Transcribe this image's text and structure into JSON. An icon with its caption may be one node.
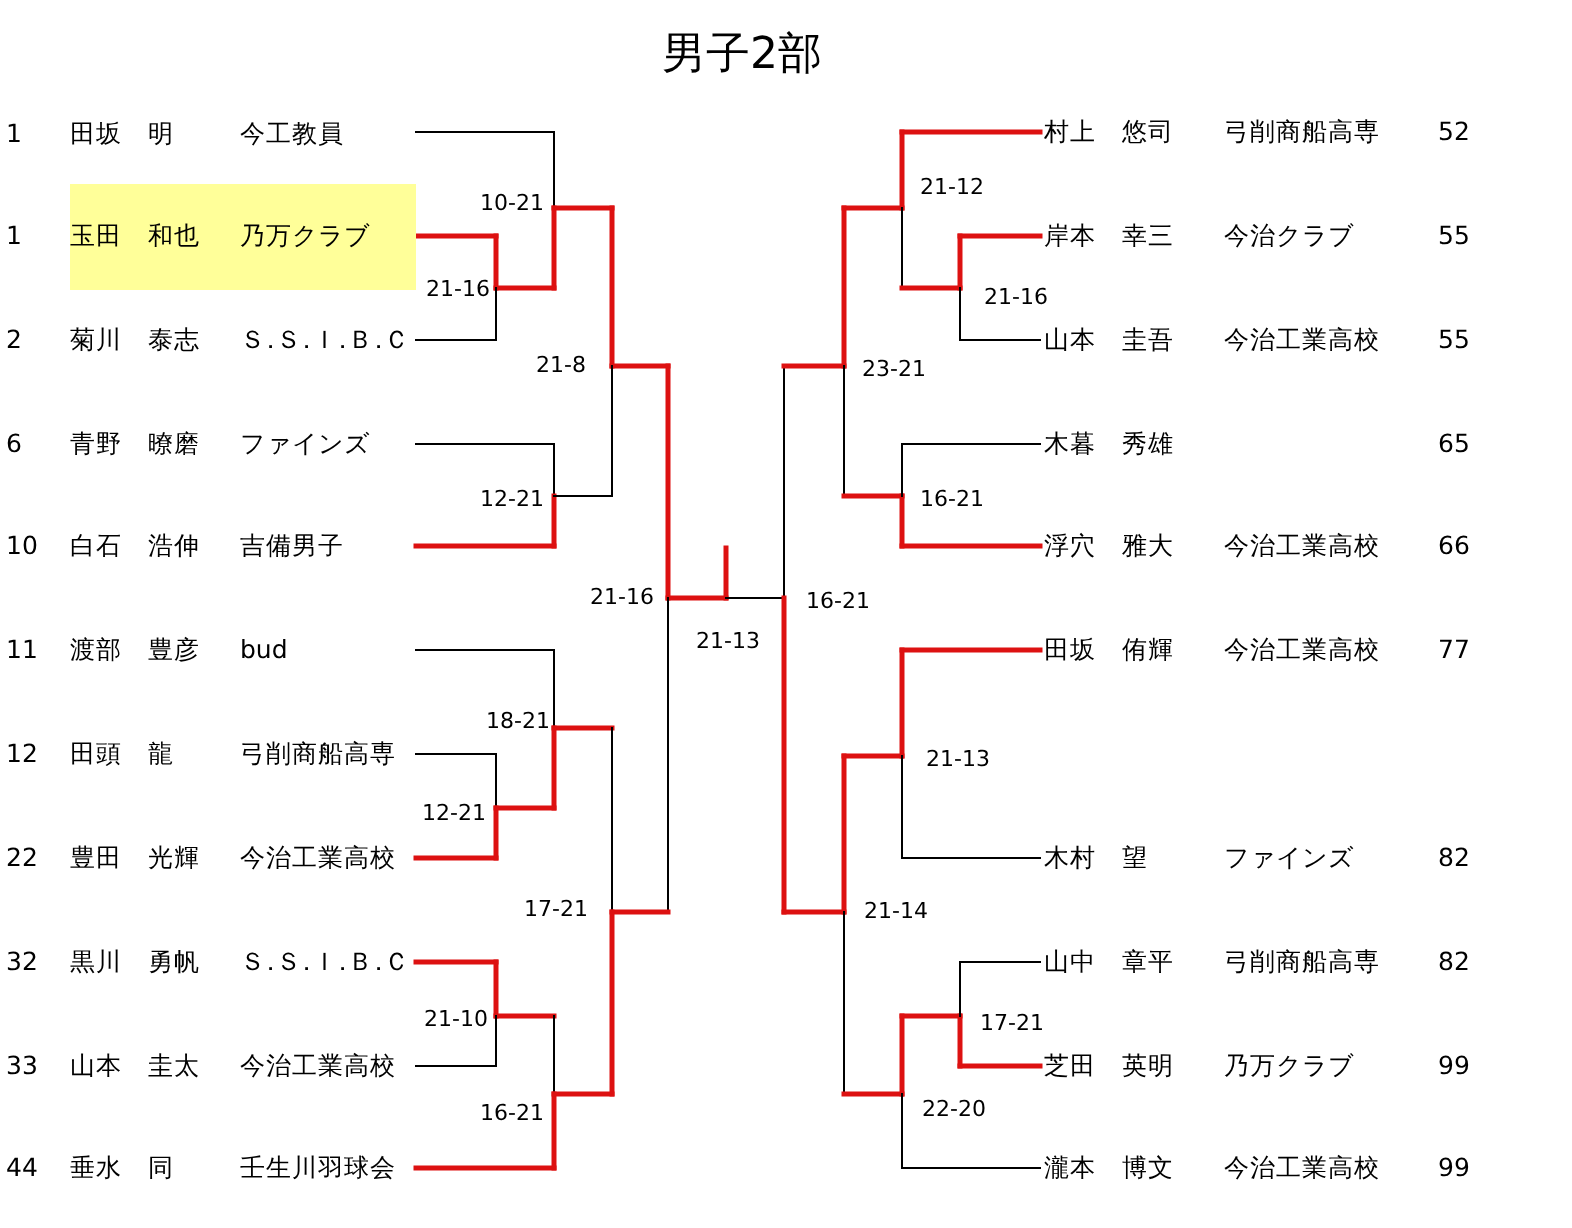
{
  "diagram": {
    "title": "男子2部",
    "nodes": [
      {
        "text": [
          "1",
          "田坂　明",
          "今工教員"
        ]
      },
      {
        "text": [
          "1",
          "玉田　和也",
          "乃万クラブ"
        ]
      },
      {
        "text": [
          "2",
          "菊川　泰志",
          "Ｓ．Ｓ．Ｉ．Ｂ．Ｃ"
        ]
      },
      {
        "text": [
          "6",
          "青野　暸磨",
          "ファインズ"
        ]
      },
      {
        "text": [
          "10",
          "白石　浩伸",
          "吉備男子"
        ]
      },
      {
        "text": [
          "11",
          "渡部　豊彦",
          "bud"
        ]
      },
      {
        "text": [
          "12",
          "田頭　龍",
          "弓削商船高専"
        ]
      },
      {
        "text": [
          "22",
          "豊田　光輝",
          "今治工業高校"
        ]
      },
      {
        "text": [
          "32",
          "黒川　勇帆",
          "Ｓ．Ｓ．Ｉ．Ｂ．Ｃ"
        ]
      },
      {
        "text": [
          "33",
          "山本　圭太",
          "今治工業高校"
        ]
      },
      {
        "text": [
          "44",
          "垂水　同",
          "壬生川羽球会"
        ]
      },
      {
        "text": [
          "村上　悠司",
          "弓削商船高専",
          "52"
        ]
      },
      {
        "text": [
          "岸本　幸三",
          "今治クラブ",
          "55"
        ]
      },
      {
        "text": [
          "山本　圭吾",
          "今治工業高校",
          "55"
        ]
      },
      {
        "text": [
          "木暮　秀雄",
          "65"
        ]
      },
      {
        "text": [
          "浮穴　雅大",
          "今治工業高校",
          "66"
        ]
      },
      {
        "text": [
          "田坂　侑輝",
          "今治工業高校",
          "77"
        ]
      },
      {
        "text": [
          "木村　望",
          "ファインズ",
          "82"
        ]
      },
      {
        "text": [
          "山中　章平",
          "弓削商船高専",
          "82"
        ]
      },
      {
        "text": [
          "芝田　英明",
          "乃万クラブ",
          "99"
        ]
      },
      {
        "text": [
          "瀧本　博文",
          "今治工業高校",
          "99"
        ]
      }
    ],
    "labels": [
      "10-21",
      "21-16",
      "21-8",
      "12-21",
      "21-16",
      "21-13",
      "18-21",
      "12-21",
      "17-21",
      "21-10",
      "16-21",
      "21-12",
      "21-16",
      "23-21",
      "16-21",
      "16-21",
      "21-13",
      "21-14",
      "17-21",
      "22-20"
    ]
  }
}
